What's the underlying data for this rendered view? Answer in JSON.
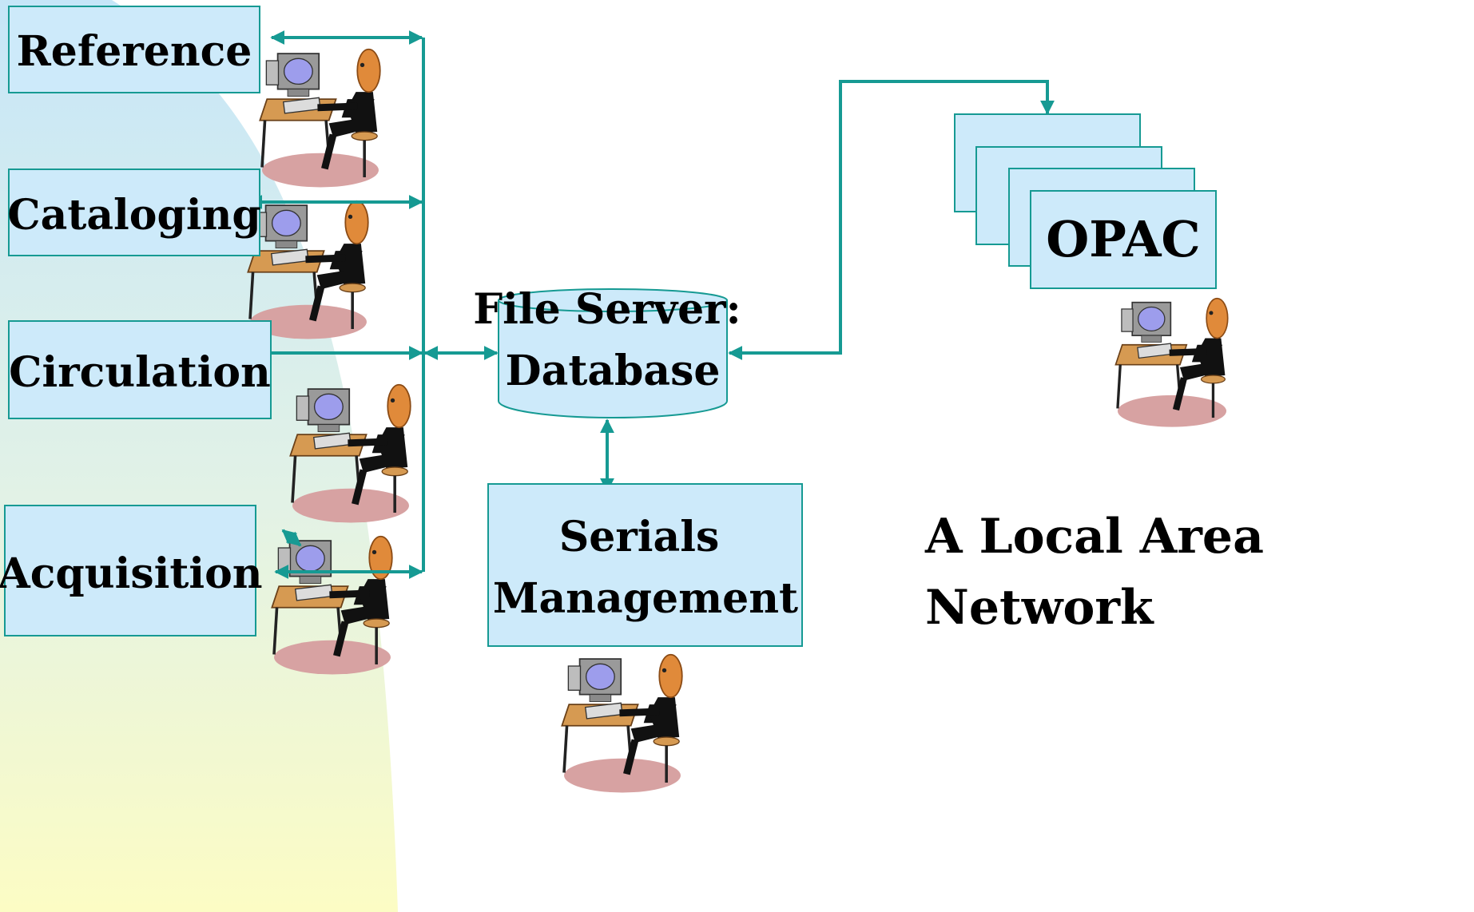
{
  "colors": {
    "box_fill": "#cdeafa",
    "box_stroke": "#169a93",
    "connector": "#169a93",
    "background_gradient_top": "#c6e6f8",
    "background_gradient_bottom": "#fcfcc4"
  },
  "departments": [
    {
      "id": "reference",
      "label": "Reference"
    },
    {
      "id": "cataloging",
      "label": "Cataloging"
    },
    {
      "id": "circulation",
      "label": "Circulation"
    },
    {
      "id": "acquisition",
      "label": "Acquisition"
    }
  ],
  "server": {
    "line1": "File Server:",
    "line2": "Database"
  },
  "serials": {
    "line1": "Serials",
    "line2": "Management"
  },
  "opac": {
    "label": "OPAC"
  },
  "caption": {
    "line1": "A Local Area",
    "line2": "Network"
  },
  "icons": {
    "workstation": "person-at-computer-icon",
    "database": "database-cylinder-icon"
  }
}
